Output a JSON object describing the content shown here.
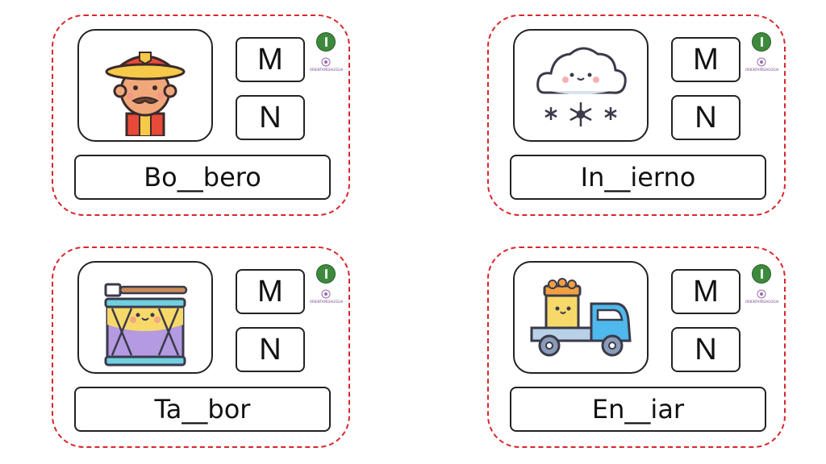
{
  "cards": [
    {
      "word": "Bo__bero",
      "option_m": "M",
      "option_n": "N",
      "picture_icon": "firefighter-icon",
      "logo_text": "ORIENTAPEDAGOGIA"
    },
    {
      "word": "In__ierno",
      "option_m": "M",
      "option_n": "N",
      "picture_icon": "snow-cloud-icon",
      "logo_text": "ORIENTAPEDAGOGIA"
    },
    {
      "word": "Ta__bor",
      "option_m": "M",
      "option_n": "N",
      "picture_icon": "drum-icon",
      "logo_text": "ORIENTAPEDAGOGIA"
    },
    {
      "word": "En__iar",
      "option_m": "M",
      "option_n": "N",
      "picture_icon": "delivery-truck-icon",
      "logo_text": "ORIENTAPEDAGOGIA"
    }
  ],
  "colors": {
    "card_border": "#d9262c",
    "box_border": "#222222",
    "logo_green": "#3d8a3d"
  }
}
